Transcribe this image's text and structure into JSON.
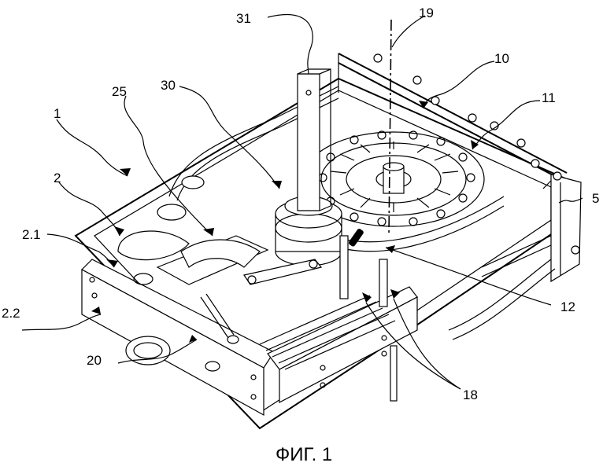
{
  "labels": {
    "l31": "31",
    "l19": "19",
    "l10": "10",
    "l30": "30",
    "l25": "25",
    "l11": "11",
    "l1": "1",
    "l2": "2",
    "l5": "5",
    "l2_1": "2.1",
    "l12": "12",
    "l2_2": "2.2",
    "l20": "20",
    "l18": "18"
  },
  "caption": "ФИГ. 1"
}
